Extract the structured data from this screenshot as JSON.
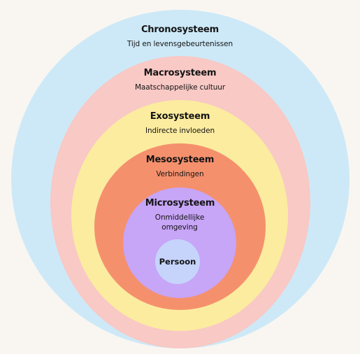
{
  "layers": {
    "chrono": {
      "title": "Chronosysteem",
      "subtitle": "Tijd en levensgebeurtenissen",
      "color": "#cde9f8"
    },
    "macro": {
      "title": "Macrosysteem",
      "subtitle": "Maatschappelijke cultuur",
      "color": "#f8c9c5"
    },
    "exo": {
      "title": "Exosysteem",
      "subtitle": "Indirecte invloeden",
      "color": "#fcec9f"
    },
    "meso": {
      "title": "Mesosysteem",
      "subtitle": "Verbindingen",
      "color": "#f5906d"
    },
    "micro": {
      "title": "Microsysteem",
      "subtitle": "Onmiddellijke omgeving",
      "color": "#c7a5f7"
    },
    "person": {
      "title": "Persoon",
      "color": "#c6d4fc"
    }
  },
  "background": "#f9f6f1"
}
